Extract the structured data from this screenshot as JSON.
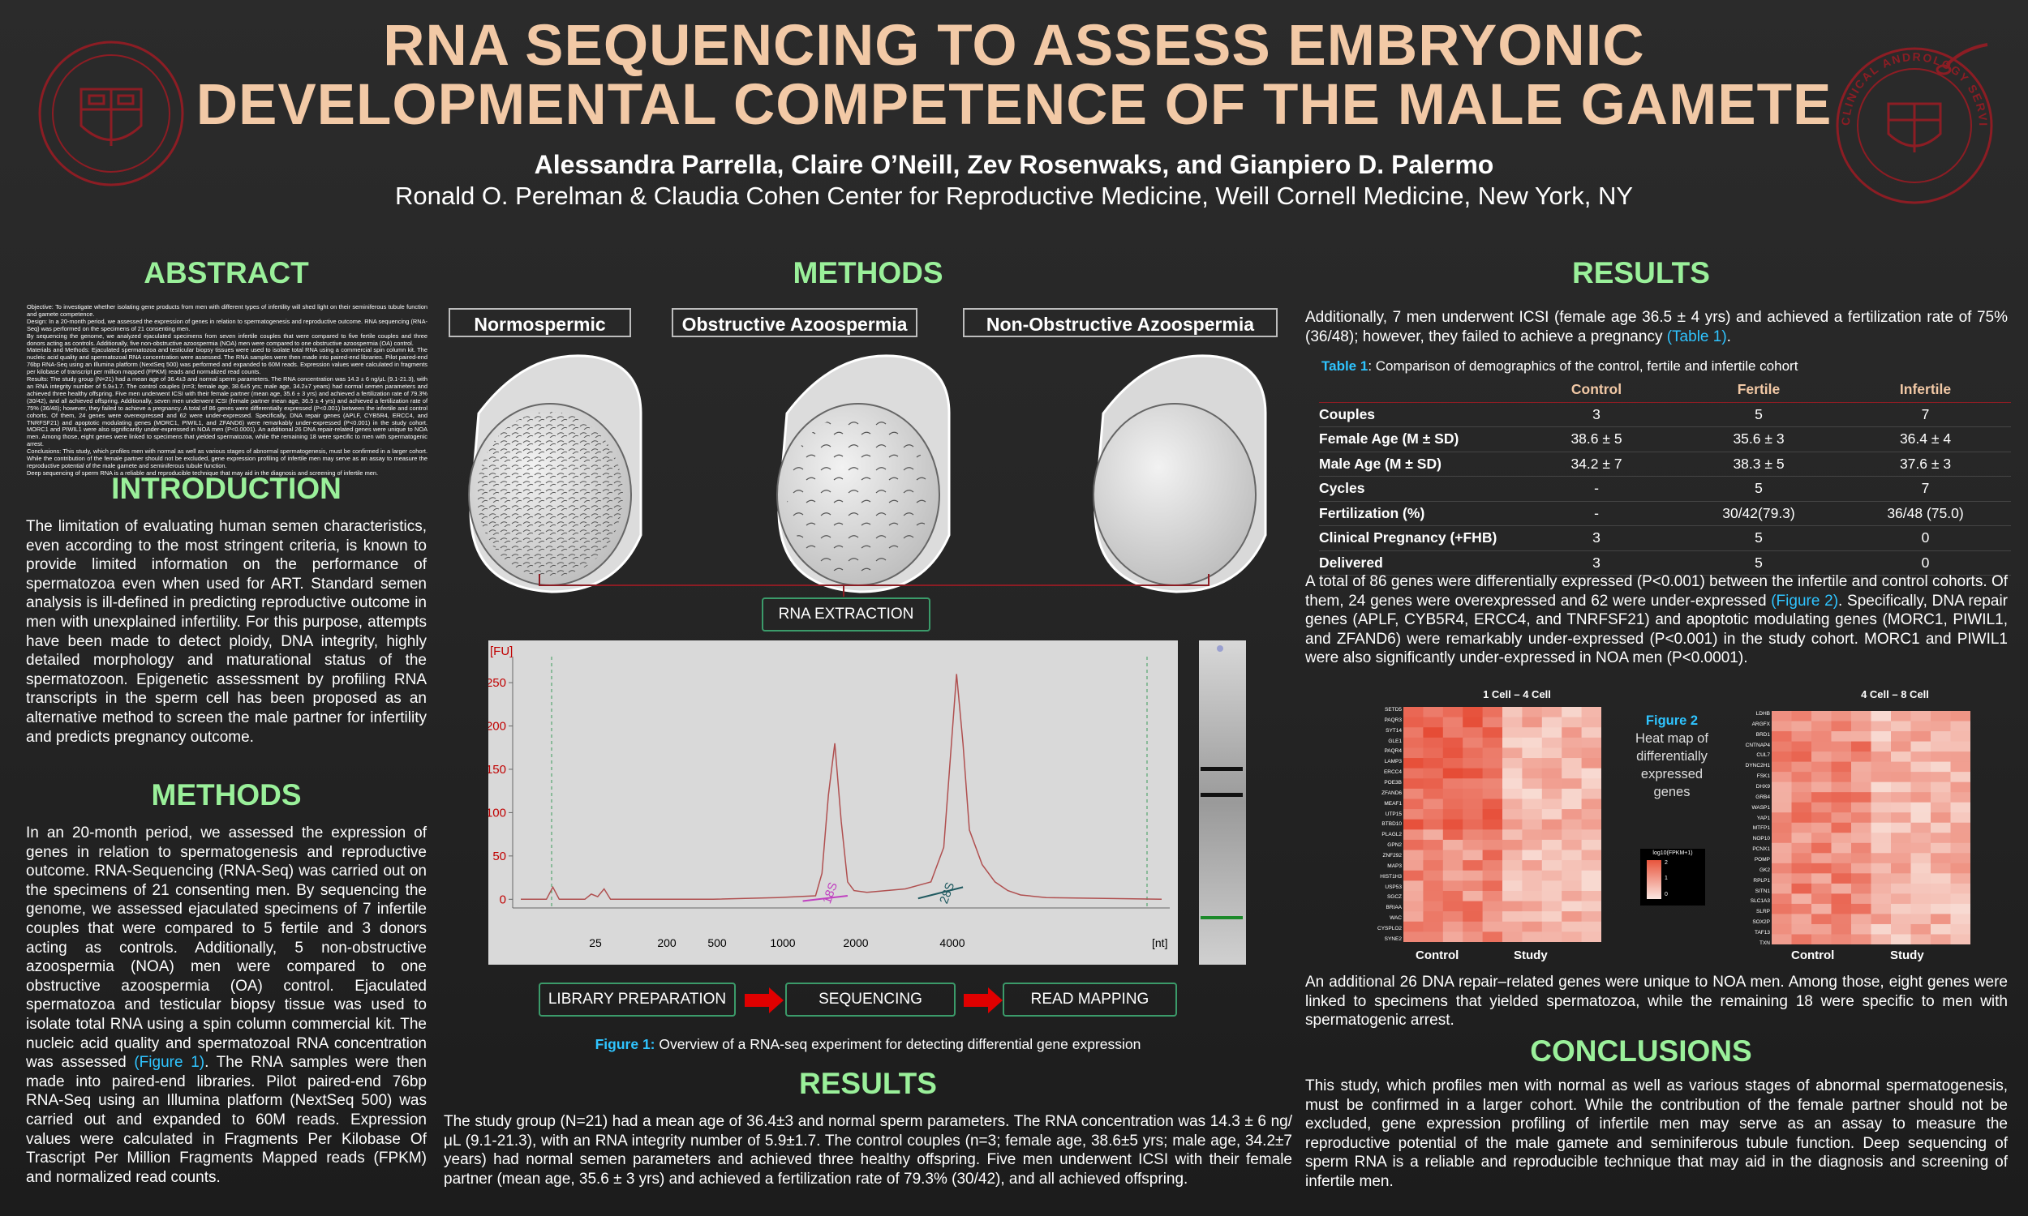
{
  "header": {
    "title_line1": "RNA SEQUENCING TO ASSESS EMBRYONIC",
    "title_line2": "DEVELOPMENTAL COMPETENCE OF THE MALE GAMETE",
    "authors": "Alessandra Parrella, Claire O’Neill, Zev Rosenwaks, and Gianpiero D. Palermo",
    "affiliation": "Ronald O. Perelman & Claudia Cohen Center for Reproductive Medicine, Weill Cornell Medicine, New York, NY",
    "right_logo_text": "CLINICAL ANDROLOGY SERVICES"
  },
  "abstract": {
    "heading": "ABSTRACT",
    "objective": "Objective: To investigate whether isolating gene products from men with different types of infertility will shed light on their seminiferous tubule function and gamete competence.",
    "design": "Design: In a 20-month period, we assessed the expression of genes in relation to spermatogenesis and reproductive outcome. RNA sequencing (RNA-Seq) was performed on the specimens of 21 consenting men.",
    "design2": "By sequencing the genome, we analyzed ejaculated specimens from seven infertile couples that were compared to five fertile couples and three donors acting as controls. Additionally, five non-obstructive azoospermia (NOA) men were compared to one obstructive azoospermia (OA) control.",
    "materials": "Materials and Methods: Ejaculated spermatozoa and testicular biopsy tissues were used to isolate total RNA using a commercial spin column kit. The nucleic acid quality and spermatozoal RNA concentration were assessed. The RNA samples were then made into paired-end libraries. Pilot paired-end 76bp RNA-Seq using an Illumina platform (NextSeq 500) was performed and expanded to 60M reads. Expression values were calculated in fragments per kilobase of transcript per million mapped (FPKM) reads and normalized read counts.",
    "results": "Results: The study group (N=21) had a mean age of 36.4±3 and normal sperm parameters. The RNA concentration was 14.3 ± 6 ng/μL (9.1-21.3), with an RNA integrity number of 5.9±1.7. The control couples (n=3; female age, 38.6±5 yrs; male age, 34.2±7 years) had normal semen parameters and achieved three healthy offspring. Five men underwent ICSI with their female partner (mean age, 35.6 ± 3 yrs) and achieved a fertilization rate of 79.3% (30/42), and all achieved offspring. Additionally, seven men underwent ICSI (female partner mean age, 36.5 ± 4 yrs) and achieved a fertilization rate of 75% (36/48); however, they failed to achieve a pregnancy. A total of 86 genes were differentially expressed (P<0.001) between the infertile and control cohorts. Of them, 24 genes were overexpressed and 62 were under-expressed. Specifically, DNA repair genes (APLF, CYB5R4, ERCC4, and TNRFSF21) and apoptotic modulating genes (MORC1, PIWIL1, and ZFAND6) were remarkably under-expressed (P<0.001) in the study cohort. MORC1 and PIWIL1 were also significantly under-expressed in NOA men (P<0.0001). An additional 26 DNA repair-related genes were unique to NOA men. Among those, eight genes were linked to specimens that yielded spermatozoa, while the remaining 18 were specific to men with spermatogenic arrest.",
    "conclusions": "Conclusions: This study, which profiles men with normal as well as various stages of abnormal spermatogenesis, must be confirmed in a larger cohort. While the contribution of the female partner should not be excluded, gene expression profiling of infertile men may serve as an assay to measure the reproductive potential of the male gamete and seminiferous tubule function.",
    "last": "Deep sequencing of sperm RNA is a reliable and reproducible technique that may aid in the diagnosis and screening of infertile men."
  },
  "introduction": {
    "heading": "INTRODUCTION",
    "text": "The limitation of evaluating human semen characteristics, even according to the most stringent criteria, is known to provide limited information on the performance of spermatozoa even when used for ART. Standard semen analysis is ill-defined in predicting reproductive outcome in men with unexplained infertility. For this purpose, attempts have been made to detect ploidy, DNA integrity, highly detailed morphology and maturational status of the spermatozoon. Epigenetic assessment by profiling RNA transcripts in the sperm cell has been proposed as an alternative method to screen the male partner for infertility and predicts pregnancy outcome."
  },
  "methods_left": {
    "heading": "METHODS",
    "text_a": "In an 20-month period, we assessed the expression of genes in relation to spermatogenesis and reproductive outcome. RNA-Sequencing (RNA-Seq) was carried out on the specimens of 21 consenting men. By sequencing the genome, we assessed ejaculated specimens of 7 infertile couples that were compared to 5 fertile and 3 donors acting as controls. Additionally, 5 non-obstructive azoospermia (NOA) men were compared to one obstructive azoospermia (OA) control. Ejaculated spermatozoa and testicular biopsy tissue was used to isolate total RNA using a spin column commercial kit. The nucleic acid quality and spermatozoal RNA concentration was assessed ",
    "cite": "(Figure 1)",
    "text_b": ". The RNA samples were then made into paired-end libraries. Pilot paired-end 76bp RNA-Seq using an Illumina platform (NextSeq 500) was carried out and expanded to 60M reads. Expression values were calculated in Fragments Per Kilobase Of Trascript Per Million Fragments Mapped reads (FPKM) and normalized read counts."
  },
  "methods_center": {
    "heading": "METHODS",
    "groups": [
      "Normospermic",
      "Obstructive Azoospermia",
      "Non-Obstructive Azoospermia"
    ],
    "rna_extraction": "RNA EXTRACTION",
    "steps": [
      "LIBRARY PREPARATION",
      "SEQUENCING",
      "READ MAPPING"
    ],
    "figure_label": "Figure 1:",
    "figure_caption": " Overview of a RNA-seq experiment for detecting differential gene expression"
  },
  "chart_data": {
    "type": "line",
    "title": "",
    "ylabel": "[FU]",
    "xlabel": "[nt]",
    "ylim": [
      -10,
      280
    ],
    "y_ticks": [
      0,
      50,
      100,
      150,
      200,
      250
    ],
    "x_tick_labels": [
      "25",
      "200",
      "500",
      "1000",
      "2000",
      "4000"
    ],
    "annotations": [
      "18S",
      "28S"
    ],
    "series": [
      {
        "points": [
          [
            0,
            0
          ],
          [
            4,
            0
          ],
          [
            5,
            14
          ],
          [
            6,
            0
          ],
          [
            10,
            0
          ],
          [
            11,
            6
          ],
          [
            12,
            3
          ],
          [
            13,
            12
          ],
          [
            14,
            0
          ],
          [
            30,
            0
          ],
          [
            40,
            2
          ],
          [
            46,
            4
          ],
          [
            47,
            30
          ],
          [
            48,
            120
          ],
          [
            49,
            180
          ],
          [
            50,
            90
          ],
          [
            51,
            20
          ],
          [
            52,
            10
          ],
          [
            54,
            8
          ],
          [
            60,
            12
          ],
          [
            64,
            20
          ],
          [
            66,
            60
          ],
          [
            67,
            160
          ],
          [
            68,
            260
          ],
          [
            69,
            180
          ],
          [
            70,
            80
          ],
          [
            72,
            40
          ],
          [
            74,
            20
          ],
          [
            76,
            10
          ],
          [
            78,
            5
          ],
          [
            82,
            2
          ],
          [
            100,
            0
          ]
        ]
      }
    ],
    "gel_bands": [
      0.39,
      0.47
    ]
  },
  "results_center": {
    "heading": "RESULTS",
    "text": "The study group (N=21) had a mean age of 36.4±3 and normal sperm parameters. The RNA concentration was 14.3 ± 6 ng/μL (9.1-21.3), with an RNA integrity number of 5.9±1.7. The control couples (n=3; female age, 38.6±5 yrs; male age, 34.2±7 years) had normal semen parameters and achieved three healthy offspring. Five men underwent ICSI with their female partner (mean age, 35.6 ± 3 yrs) and achieved a fertilization rate of 79.3% (30/42), and all achieved offspring."
  },
  "results_right": {
    "heading": "RESULTS",
    "para1_a": "Additionally, 7 men underwent ICSI (female age 36.5 ± 4 yrs) and achieved a fertilization rate of 75% (36/48); however, they failed to achieve a pregnancy ",
    "para1_cite": "(Table 1)",
    "para1_b": ".",
    "table_label": "Table 1",
    "table_caption": ": Comparison of demographics of the control, fertile and infertile cohort",
    "table": {
      "headers": [
        "",
        "Control",
        "Fertile",
        "Infertile"
      ],
      "rows": [
        [
          "Couples",
          "3",
          "5",
          "7"
        ],
        [
          "Female Age (M ± SD)",
          "38.6 ± 5",
          "35.6 ± 3",
          "36.4 ± 4"
        ],
        [
          "Male Age (M ± SD)",
          "34.2 ± 7",
          "38.3 ± 5",
          "37.6 ± 3"
        ],
        [
          "Cycles",
          "-",
          "5",
          "7"
        ],
        [
          "Fertilization  (%)",
          "-",
          "30/42(79.3)",
          "36/48 (75.0)"
        ],
        [
          "Clinical  Pregnancy (+FHB)",
          "3",
          "5",
          "0"
        ],
        [
          "Delivered",
          "3",
          "5",
          "0"
        ]
      ]
    },
    "para2_a": "A total of 86 genes were differentially expressed (P<0.001) between the infertile and control cohorts. Of them, 24 genes were overexpressed and 62 were under-expressed ",
    "para2_cite": "(Figure 2)",
    "para2_b": ". Specifically, DNA repair genes (APLF, CYB5R4, ERCC4, and TNRFSF21) and apoptotic modulating genes (MORC1, PIWIL1, and ZFAND6) were remarkably under-expressed (P<0.001) in the study cohort. MORC1 and PIWIL1 were also significantly under-expressed in NOA men (P<0.0001).",
    "heatmap1_title": "1 Cell – 4 Cell",
    "heatmap2_title": "4 Cell – 8 Cell",
    "heatmap_xlabels": [
      "Control",
      "Study"
    ],
    "heatmap1_genes": [
      "SETD5",
      "PAQR3",
      "SYT14",
      "GLE1",
      "PAQR4",
      "LAMP3",
      "ERCC4",
      "POE3B",
      "ZFAND6",
      "MEAF1",
      "UTP15",
      "BTBD10",
      "PLAGL2",
      "GPN2",
      "ZNF292",
      "MAP3",
      "HIST1H3",
      "USP53",
      "SGCZ",
      "BRIAA",
      "WAC",
      "CYSPLO2",
      "SYNE2"
    ],
    "heatmap2_genes": [
      "LDHB",
      "ARGFX",
      "BRD1",
      "CNTNAP4",
      "CUL7",
      "DYNC2H1",
      "FSK1",
      "DHX9",
      "GRB4",
      "WASP1",
      "YAP1",
      "MTFP1",
      "NOP10",
      "PCNX1",
      "POMP",
      "GK2",
      "RPLP1",
      "SITN1",
      "SLC1A3",
      "SLRP",
      "SOX2P",
      "TAF13",
      "TXN"
    ],
    "figure2_label": "Figure 2",
    "figure2_caption": "Heat map of differentially expressed genes",
    "legend_title": "log10(FPKM+1)",
    "legend_ticks": [
      "2",
      "1",
      "0"
    ],
    "para3": "An additional 26 DNA repair–related genes were unique to NOA men. Among those, eight genes were linked to specimens that yielded spermatozoa, while the remaining 18 were specific to men with spermatogenic arrest."
  },
  "conclusions": {
    "heading": "CONCLUSIONS",
    "text": "This study, which profiles men with normal as well as various stages of abnormal spermatogenesis, must be confirmed in a larger cohort. While the contribution of the female partner should not be excluded, gene expression profiling of infertile men may serve as an assay to measure the reproductive potential of the male gamete and seminiferous tubule function. Deep sequencing of sperm RNA is a reliable and reproducible technique that may aid in the diagnosis and screening of infertile men."
  },
  "colors": {
    "title": "#f2c9a6",
    "section_heading": "#9af09a",
    "citation": "#2fc4ff",
    "logo": "#8c1d24",
    "arrow": "#e00000",
    "box_border": "#3b9b6a"
  }
}
